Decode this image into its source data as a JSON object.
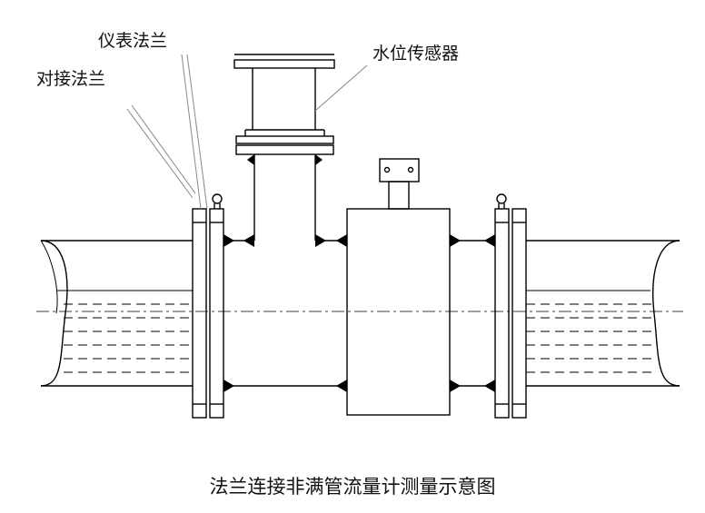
{
  "labels": {
    "meter_flange": "仪表法兰",
    "butt_flange": "对接法兰",
    "water_level_sensor": "水位传感器"
  },
  "caption": "法兰连接非满管流量计测量示意图"
}
